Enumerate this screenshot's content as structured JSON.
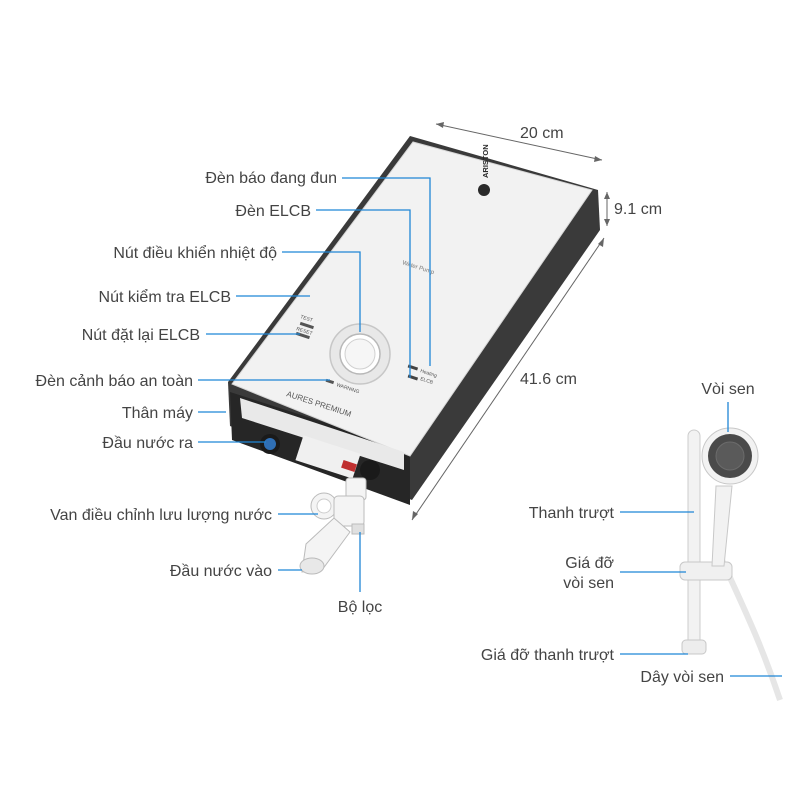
{
  "dimensions": {
    "width": "20 cm",
    "depth": "9.1 cm",
    "height": "41.6 cm"
  },
  "brand": "ARISTON",
  "model": "AURES PREMIUM",
  "panel_text": {
    "heating": "Heating",
    "elcb": "ELCB",
    "test": "TEST",
    "reset": "RESET",
    "warning": "WARNING",
    "water_pump": "Water Pump"
  },
  "heater_labels": [
    "Đèn báo đang đun",
    "Đèn ELCB",
    "Nút điều khiển nhiệt độ",
    "Nút kiểm tra ELCB",
    "Nút đặt lại ELCB",
    "Đèn cảnh báo an toàn",
    "Thân máy",
    "Đầu nước ra",
    "Van điều chỉnh lưu lượng nước",
    "Đầu nước vào",
    "Bộ lọc"
  ],
  "shower_labels": {
    "head": "Vòi sen",
    "rail": "Thanh trượt",
    "holder_line1": "Giá đỡ",
    "holder_line2": "vòi sen",
    "rail_bracket": "Giá đỡ thanh trượt",
    "hose": "Dây vòi sen"
  },
  "colors": {
    "leader": "#1f86d6",
    "panel": "#f2f2f2",
    "body_dark": "#3a3a3a",
    "text": "#444444"
  }
}
